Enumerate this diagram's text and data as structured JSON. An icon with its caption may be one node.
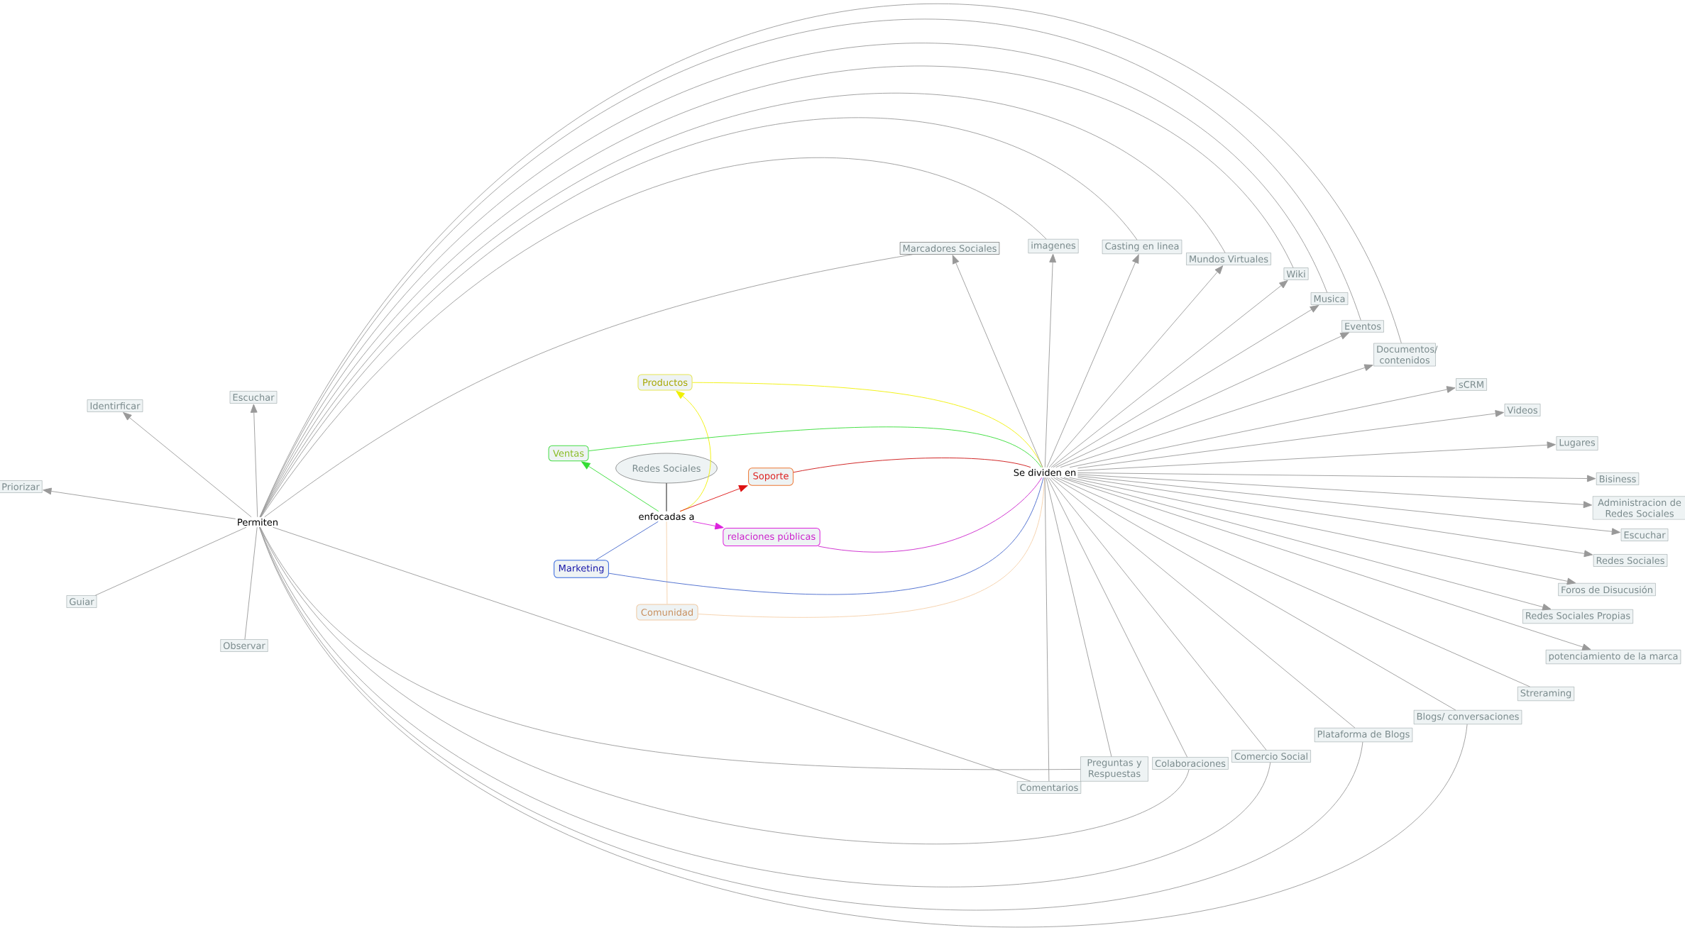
{
  "diagram": {
    "nodes": [
      {
        "text": [
          "Redes Sociales"
        ]
      },
      {
        "text": [
          "enfocadas a"
        ]
      },
      {
        "text": [
          "Productos"
        ]
      },
      {
        "text": [
          "Ventas"
        ]
      },
      {
        "text": [
          "Soporte"
        ]
      },
      {
        "text": [
          "relaciones públicas"
        ]
      },
      {
        "text": [
          "Marketing"
        ]
      },
      {
        "text": [
          "Comunidad"
        ]
      },
      {
        "text": [
          "Se dividen en"
        ]
      },
      {
        "text": [
          "Permiten"
        ]
      },
      {
        "text": [
          "Identirficar"
        ]
      },
      {
        "text": [
          "Escuchar"
        ]
      },
      {
        "text": [
          "Priorizar"
        ]
      },
      {
        "text": [
          "Guiar"
        ]
      },
      {
        "text": [
          "Observar"
        ]
      },
      {
        "text": [
          "Marcadores Sociales"
        ]
      },
      {
        "text": [
          "imagenes"
        ]
      },
      {
        "text": [
          "Casting en linea"
        ]
      },
      {
        "text": [
          "Mundos Virtuales"
        ]
      },
      {
        "text": [
          "Wiki"
        ]
      },
      {
        "text": [
          "Musica"
        ]
      },
      {
        "text": [
          "Eventos"
        ]
      },
      {
        "text": [
          "Documentos/ contenidos"
        ]
      },
      {
        "text": [
          "sCRM"
        ]
      },
      {
        "text": [
          "Videos"
        ]
      },
      {
        "text": [
          "Lugares"
        ]
      },
      {
        "text": [
          "Bisiness"
        ]
      },
      {
        "text": [
          "Administracion de Redes Sociales"
        ]
      },
      {
        "text": [
          "Escuchar"
        ]
      },
      {
        "text": [
          "Redes Sociales"
        ]
      },
      {
        "text": [
          "Foros de Disucusión"
        ]
      },
      {
        "text": [
          "Redes Sociales Propias"
        ]
      },
      {
        "text": [
          "potenciamiento de la marca"
        ]
      },
      {
        "text": [
          "Streraming"
        ]
      },
      {
        "text": [
          "Blogs/ conversaciones"
        ]
      },
      {
        "text": [
          "Plataforma de Blogs"
        ]
      },
      {
        "text": [
          "Comercio Social"
        ]
      },
      {
        "text": [
          "Colaboraciones"
        ]
      },
      {
        "text": [
          "Preguntas y Respuestas"
        ]
      },
      {
        "text": [
          "Comentarios"
        ]
      }
    ],
    "edges": [
      {
        "from": 0,
        "to": 1,
        "arrow": "none",
        "color": "#000000"
      },
      {
        "from": 1,
        "to": 2,
        "arrow": "to",
        "color": "#f0f000"
      },
      {
        "from": 1,
        "to": 3,
        "arrow": "to",
        "color": "#33dd33"
      },
      {
        "from": 1,
        "to": 4,
        "arrow": "to",
        "color": "#dd1111"
      },
      {
        "from": 1,
        "to": 5,
        "arrow": "to",
        "color": "#dd22dd"
      },
      {
        "from": 1,
        "to": 6,
        "arrow": "none",
        "color": "#4466cc"
      },
      {
        "from": 1,
        "to": 7,
        "arrow": "none",
        "color": "#f5cfa8"
      },
      {
        "from": 2,
        "to": 8,
        "arrow": "none",
        "color": "#f0f000"
      },
      {
        "from": 3,
        "to": 8,
        "arrow": "none",
        "color": "#33dd33"
      },
      {
        "from": 4,
        "to": 8,
        "arrow": "none",
        "color": "#cc1111"
      },
      {
        "from": 5,
        "to": 8,
        "arrow": "none",
        "color": "#cc22cc"
      },
      {
        "from": 6,
        "to": 8,
        "arrow": "none",
        "color": "#4466cc"
      },
      {
        "from": 7,
        "to": 8,
        "arrow": "none",
        "color": "#f5cfa8"
      },
      {
        "from": 8,
        "to": 15,
        "arrow": "to"
      },
      {
        "from": 8,
        "to": 16,
        "arrow": "to"
      },
      {
        "from": 8,
        "to": 17,
        "arrow": "to"
      },
      {
        "from": 8,
        "to": 18,
        "arrow": "to"
      },
      {
        "from": 8,
        "to": 19,
        "arrow": "to"
      },
      {
        "from": 8,
        "to": 20,
        "arrow": "to"
      },
      {
        "from": 8,
        "to": 21,
        "arrow": "to"
      },
      {
        "from": 8,
        "to": 22,
        "arrow": "to"
      },
      {
        "from": 8,
        "to": 23,
        "arrow": "to"
      },
      {
        "from": 8,
        "to": 24,
        "arrow": "to"
      },
      {
        "from": 8,
        "to": 25,
        "arrow": "to"
      },
      {
        "from": 8,
        "to": 26,
        "arrow": "to"
      },
      {
        "from": 8,
        "to": 27,
        "arrow": "to"
      },
      {
        "from": 8,
        "to": 28,
        "arrow": "to"
      },
      {
        "from": 8,
        "to": 29,
        "arrow": "to"
      },
      {
        "from": 8,
        "to": 30,
        "arrow": "to"
      },
      {
        "from": 8,
        "to": 31,
        "arrow": "to"
      },
      {
        "from": 8,
        "to": 32,
        "arrow": "to"
      },
      {
        "from": 8,
        "to": 33,
        "arrow": "none"
      },
      {
        "from": 8,
        "to": 34,
        "arrow": "none"
      },
      {
        "from": 8,
        "to": 35,
        "arrow": "none"
      },
      {
        "from": 8,
        "to": 36,
        "arrow": "none"
      },
      {
        "from": 8,
        "to": 37,
        "arrow": "none"
      },
      {
        "from": 8,
        "to": 38,
        "arrow": "none"
      },
      {
        "from": 8,
        "to": 39,
        "arrow": "none"
      },
      {
        "from": 9,
        "to": 10,
        "arrow": "to"
      },
      {
        "from": 9,
        "to": 11,
        "arrow": "to"
      },
      {
        "from": 9,
        "to": 12,
        "arrow": "to"
      },
      {
        "from": 13,
        "to": 9,
        "arrow": "none"
      },
      {
        "from": 14,
        "to": 9,
        "arrow": "none"
      },
      {
        "from": 15,
        "to": 9,
        "arrow": "none"
      },
      {
        "from": 16,
        "to": 9,
        "arrow": "none"
      },
      {
        "from": 17,
        "to": 9,
        "arrow": "none"
      },
      {
        "from": 18,
        "to": 9,
        "arrow": "none"
      },
      {
        "from": 19,
        "to": 9,
        "arrow": "none"
      },
      {
        "from": 20,
        "to": 9,
        "arrow": "none"
      },
      {
        "from": 21,
        "to": 9,
        "arrow": "none"
      },
      {
        "from": 22,
        "to": 9,
        "arrow": "none"
      },
      {
        "from": 39,
        "to": 9,
        "arrow": "none"
      },
      {
        "from": 38,
        "to": 9,
        "arrow": "none"
      },
      {
        "from": 37,
        "to": 9,
        "arrow": "none"
      },
      {
        "from": 36,
        "to": 9,
        "arrow": "none"
      },
      {
        "from": 35,
        "to": 9,
        "arrow": "none"
      },
      {
        "from": 34,
        "to": 9,
        "arrow": "none"
      }
    ]
  }
}
